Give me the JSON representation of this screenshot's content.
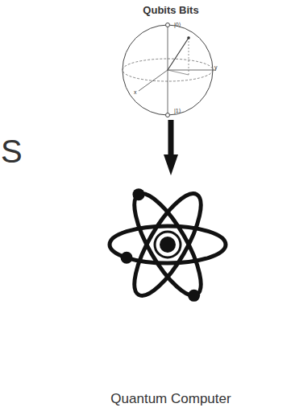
{
  "diagram": {
    "nodes": [
      {
        "text": [
          "Qubits Bits"
        ]
      },
      {
        "text": [
          "Quantum Computer"
        ]
      }
    ],
    "edges": [
      {
        "from": 0,
        "to": 1,
        "arrow": "to"
      }
    ],
    "labels": [
      "S",
      "|0⟩",
      "|1⟩",
      "x",
      "y"
    ]
  }
}
